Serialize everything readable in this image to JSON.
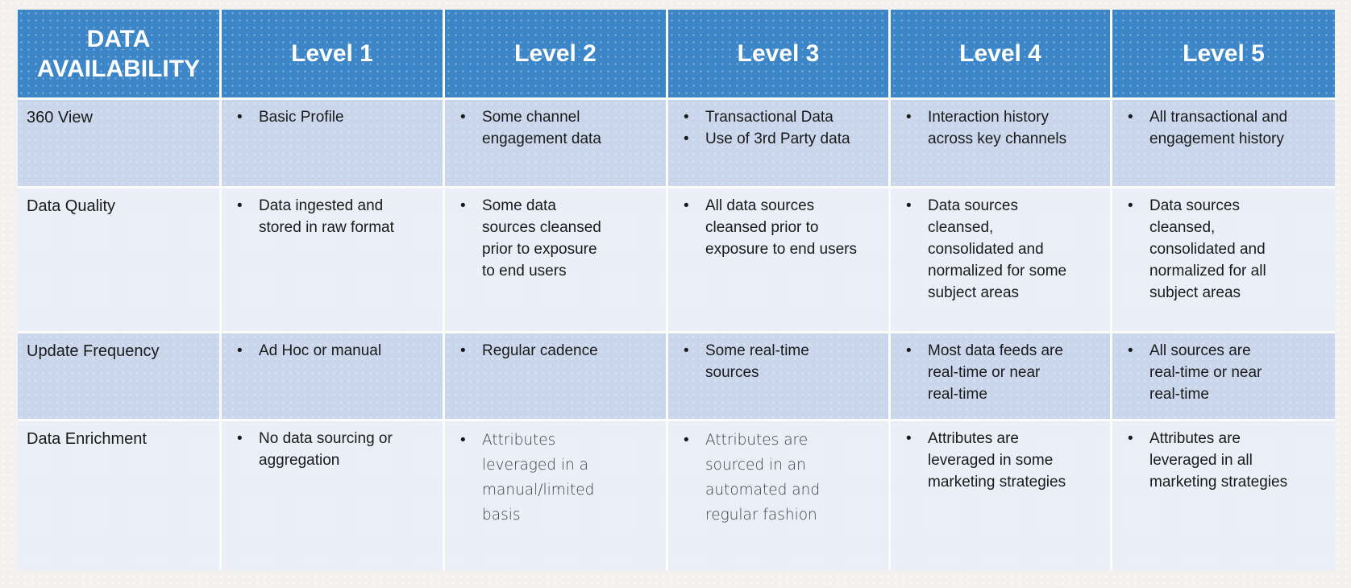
{
  "colors": {
    "header-bg": "#3C86C8",
    "header-text": "#FFFFFF",
    "row-band-dark": "#C9D6EB",
    "row-band-light": "#E9EEF7",
    "page-bg": "#F2F1EF",
    "grid-gap": "#FBFBF9",
    "body-text": "#1A1A1A",
    "alt-text": "#3A4048"
  },
  "table": {
    "header": {
      "corner": "DATA\nAVAILABILITY",
      "levels": [
        "Level 1",
        "Level 2",
        "Level 3",
        "Level 4",
        "Level 5"
      ]
    },
    "rows": [
      {
        "label": "360 View",
        "cells": [
          {
            "bullets": [
              "Basic Profile"
            ]
          },
          {
            "bullets": [
              "Some channel\nengagement data"
            ]
          },
          {
            "bullets": [
              "Transactional Data",
              "Use of 3rd Party data"
            ]
          },
          {
            "bullets": [
              "Interaction history\nacross key channels"
            ]
          },
          {
            "bullets": [
              "All transactional and\nengagement history"
            ]
          }
        ]
      },
      {
        "label": "Data Quality",
        "cells": [
          {
            "bullets": [
              "Data ingested and\nstored in raw format"
            ]
          },
          {
            "bullets": [
              "Some data\nsources cleansed\nprior to exposure\nto end users"
            ]
          },
          {
            "bullets": [
              "All data sources\ncleansed prior to\nexposure to end users"
            ]
          },
          {
            "bullets": [
              "Data sources\ncleansed,\nconsolidated and\nnormalized for some\nsubject areas"
            ]
          },
          {
            "bullets": [
              "Data sources\ncleansed,\nconsolidated and\nnormalized for all\nsubject areas"
            ]
          }
        ]
      },
      {
        "label": "Update Frequency",
        "cells": [
          {
            "bullets": [
              "Ad Hoc or manual"
            ]
          },
          {
            "bullets": [
              "Regular cadence"
            ]
          },
          {
            "bullets": [
              "Some real-time\nsources"
            ]
          },
          {
            "bullets": [
              "Most data feeds are\nreal-time or near\nreal-time"
            ]
          },
          {
            "bullets": [
              "All sources are\nreal-time or near\nreal-time"
            ]
          }
        ]
      },
      {
        "label": "Data Enrichment",
        "cells": [
          {
            "bullets": [
              "No data sourcing or\naggregation"
            ]
          },
          {
            "bullets": [
              "Attributes\nleveraged in a\nmanual/limited\nbasis"
            ]
          },
          {
            "bullets": [
              "Attributes are\nsourced in an\nautomated and\nregular fashion"
            ]
          },
          {
            "bullets": [
              "Attributes are\nleveraged in some\nmarketing strategies"
            ]
          },
          {
            "bullets": [
              "Attributes are\nleveraged in all\nmarketing strategies"
            ]
          }
        ]
      }
    ]
  }
}
